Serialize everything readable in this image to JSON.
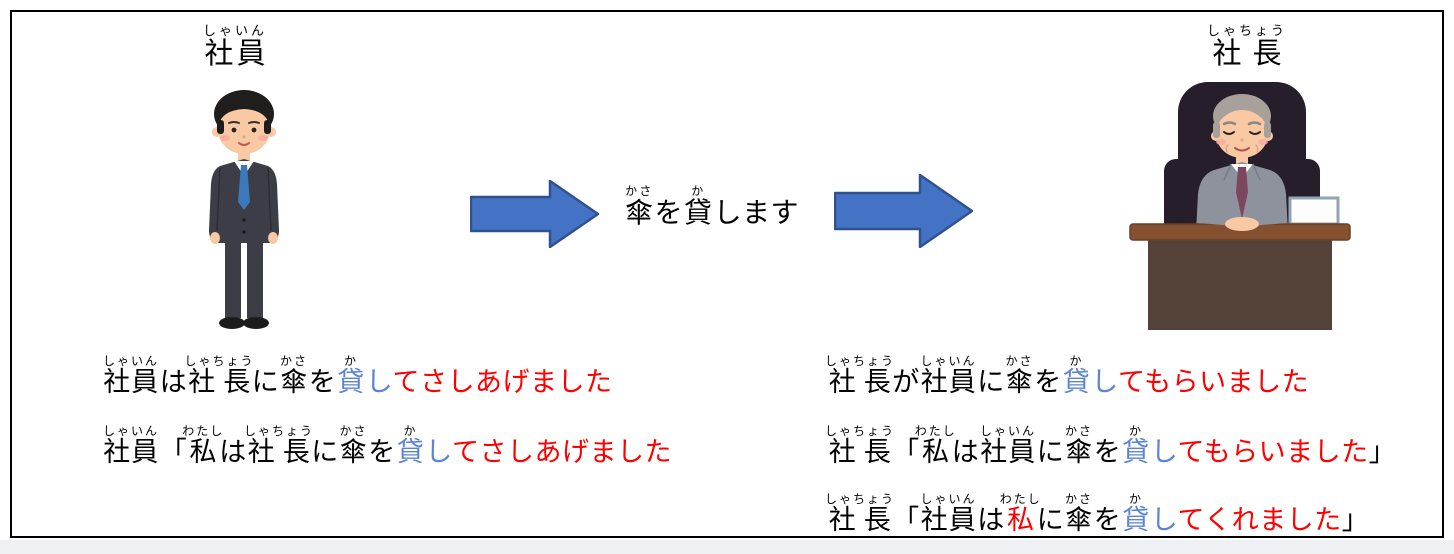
{
  "colors": {
    "highlight_blue": "#5b83d6",
    "highlight_red": "#ff0000",
    "arrow_fill": "#4472c4",
    "arrow_border": "#2f528f",
    "text": "#000000"
  },
  "left_character": {
    "label": "社員",
    "furigana": "しゃいん",
    "illustration": "employee-standing-in-suit"
  },
  "right_character": {
    "label": "社長",
    "furigana": "しゃちょう",
    "illustration": "president-sitting-at-desk"
  },
  "center_caption": {
    "segments": [
      {
        "text": "傘",
        "ruby": "かさ"
      },
      {
        "text": "を"
      },
      {
        "text": "貸",
        "ruby": "か"
      },
      {
        "text": "します"
      }
    ]
  },
  "left_sentences": [
    {
      "segments": [
        {
          "text": "社員",
          "ruby": "しゃいん"
        },
        {
          "text": "は"
        },
        {
          "text": "社長",
          "ruby": "しゃちょう"
        },
        {
          "text": "に"
        },
        {
          "text": "傘",
          "ruby": "かさ"
        },
        {
          "text": "を"
        },
        {
          "text": "貸",
          "ruby": "か",
          "color": "blue"
        },
        {
          "text": "し",
          "color": "blue"
        },
        {
          "text": "てさしあげました",
          "color": "red"
        }
      ]
    },
    {
      "segments": [
        {
          "text": "社員",
          "ruby": "しゃいん"
        },
        {
          "text": "「"
        },
        {
          "text": "私",
          "ruby": "わたし"
        },
        {
          "text": "は"
        },
        {
          "text": "社長",
          "ruby": "しゃちょう"
        },
        {
          "text": "に"
        },
        {
          "text": "傘",
          "ruby": "かさ"
        },
        {
          "text": "を"
        },
        {
          "text": "貸",
          "ruby": "か",
          "color": "blue"
        },
        {
          "text": "し",
          "color": "blue"
        },
        {
          "text": "てさしあげました",
          "color": "red"
        }
      ]
    }
  ],
  "right_sentences": [
    {
      "segments": [
        {
          "text": "社長",
          "ruby": "しゃちょう"
        },
        {
          "text": "が"
        },
        {
          "text": "社員",
          "ruby": "しゃいん"
        },
        {
          "text": "に"
        },
        {
          "text": "傘",
          "ruby": "かさ"
        },
        {
          "text": "を"
        },
        {
          "text": "貸",
          "ruby": "か",
          "color": "blue"
        },
        {
          "text": "し",
          "color": "blue"
        },
        {
          "text": "てもらいました",
          "color": "red"
        }
      ]
    },
    {
      "segments": [
        {
          "text": "社長",
          "ruby": "しゃちょう"
        },
        {
          "text": "「"
        },
        {
          "text": "私",
          "ruby": "わたし"
        },
        {
          "text": "は"
        },
        {
          "text": "社員",
          "ruby": "しゃいん"
        },
        {
          "text": "に"
        },
        {
          "text": "傘",
          "ruby": "かさ"
        },
        {
          "text": "を"
        },
        {
          "text": "貸",
          "ruby": "か",
          "color": "blue"
        },
        {
          "text": "し",
          "color": "blue"
        },
        {
          "text": "てもらいました",
          "color": "red"
        },
        {
          "text": "」"
        }
      ]
    },
    {
      "segments": [
        {
          "text": "社長",
          "ruby": "しゃちょう"
        },
        {
          "text": "「"
        },
        {
          "text": "社員",
          "ruby": "しゃいん"
        },
        {
          "text": "は"
        },
        {
          "text": "私",
          "ruby": "わたし",
          "color": "red"
        },
        {
          "text": "に"
        },
        {
          "text": "傘",
          "ruby": "かさ"
        },
        {
          "text": "を"
        },
        {
          "text": "貸",
          "ruby": "か",
          "color": "blue"
        },
        {
          "text": "し",
          "color": "blue"
        },
        {
          "text": "てくれました",
          "color": "red"
        },
        {
          "text": "」"
        }
      ]
    }
  ]
}
